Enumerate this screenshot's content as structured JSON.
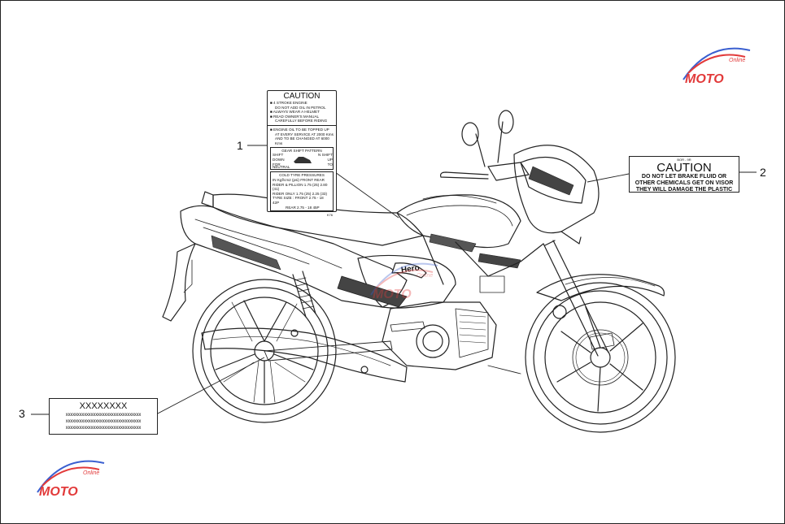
{
  "callouts": {
    "one": "1",
    "two": "2",
    "three": "3"
  },
  "label_1": {
    "title": "CAUTION",
    "lines": [
      "■ 4 STROKE ENGINE",
      "DO NOT ADD OIL IN PETROL",
      "■ ALWAYS WEAR A HELMET",
      "■ READ OWNER'S MANUAL",
      "CAREFULLY BEFORE RIDING"
    ],
    "oil_lines": [
      "■ ENGINE OIL TO BE TOPPED UP",
      "AT EVERY SERVICE AT 2000 Kms",
      "AND TO BE CHANGED AT 6000 Kms"
    ],
    "gear_title": "GEAR SHIFT PATTERN",
    "gear_left": [
      "SHIFT",
      "DOWN",
      "FOR",
      "NEUTRAL"
    ],
    "gear_right": [
      "N",
      "SHIFT",
      "UP",
      "TO"
    ],
    "pressure_title": "COLD TYRE PRESSURES",
    "pressure_lines": [
      "IN Kgf/cm2 (psi)   FRONT     REAR",
      "RIDER & PILLION 1.75 (25)   2.80 (41)",
      "RIDER ONLY        1.75 (25)   2.25 (33)",
      "TYRE SIZE : FRONT 2.75 - 18 42P",
      "REAR  2.75 - 18 45P"
    ],
    "footer": "K76"
  },
  "label_2": {
    "small": "BOR - 9R",
    "title": "CAUTION",
    "lines": [
      "DO NOT LET BRAKE FLUID OR",
      "OTHER CHEMICALS GET ON VISOR",
      "THEY WILL DAMAGE THE PLASTIC"
    ]
  },
  "label_3": {
    "title": "XXXXXXXX",
    "lines": [
      "xxxxxxxxxxxxxxxxxxxxxxxxxxxxxxxxx",
      "xxxxxxxxxxxxxxxxxxxxxxxxxxxxxxxxx",
      "xxxxxxxxxxxxxxxxxxxxxxxxxxxxxxxxx"
    ]
  },
  "bike_decals": {
    "brand": "Hero"
  },
  "watermark": {
    "text": "MOTO",
    "sub": "Online",
    "colors": {
      "red": "#e23a3a",
      "blue": "#3a5fd0"
    }
  }
}
